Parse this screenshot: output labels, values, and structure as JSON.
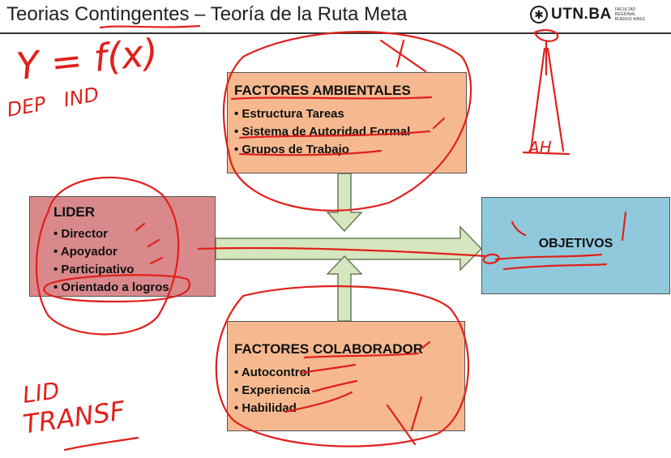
{
  "slide": {
    "title": "Teorias Contingentes – Teoría de la Ruta Meta",
    "logo": {
      "mark": "✱",
      "text": "UTN.BA",
      "sub": "FACULTAD REGIONAL BUENOS AIRES"
    }
  },
  "factores_ambientales": {
    "title": "FACTORES AMBIENTALES",
    "items": [
      "Estructura Tareas",
      "Sistema de Autoridad Formal",
      "Grupos de Trabajo"
    ]
  },
  "lider": {
    "title": "LIDER",
    "items": [
      "Director",
      "Apoyador",
      "Participativo",
      "Orientado a logros"
    ]
  },
  "objetivos": {
    "title": "OBJETIVOS"
  },
  "factores_colaborador": {
    "title": "FACTORES COLABORADOR",
    "items": [
      "Autocontrol",
      "Experiencia",
      "Habilidad"
    ]
  },
  "colors": {
    "ambientales": "#f6b98f",
    "colaborador": "#f6b98f",
    "lider": "#d9898c",
    "objetivos": "#91c9dc",
    "arrow": "#d5e7be",
    "ink": "#e0201b"
  },
  "annotations": {
    "equation_1": "Y = f(x)",
    "equation_2": "DEP   IND",
    "note_1": "LID",
    "note_2": "TRANSF",
    "note_3": "AH"
  }
}
